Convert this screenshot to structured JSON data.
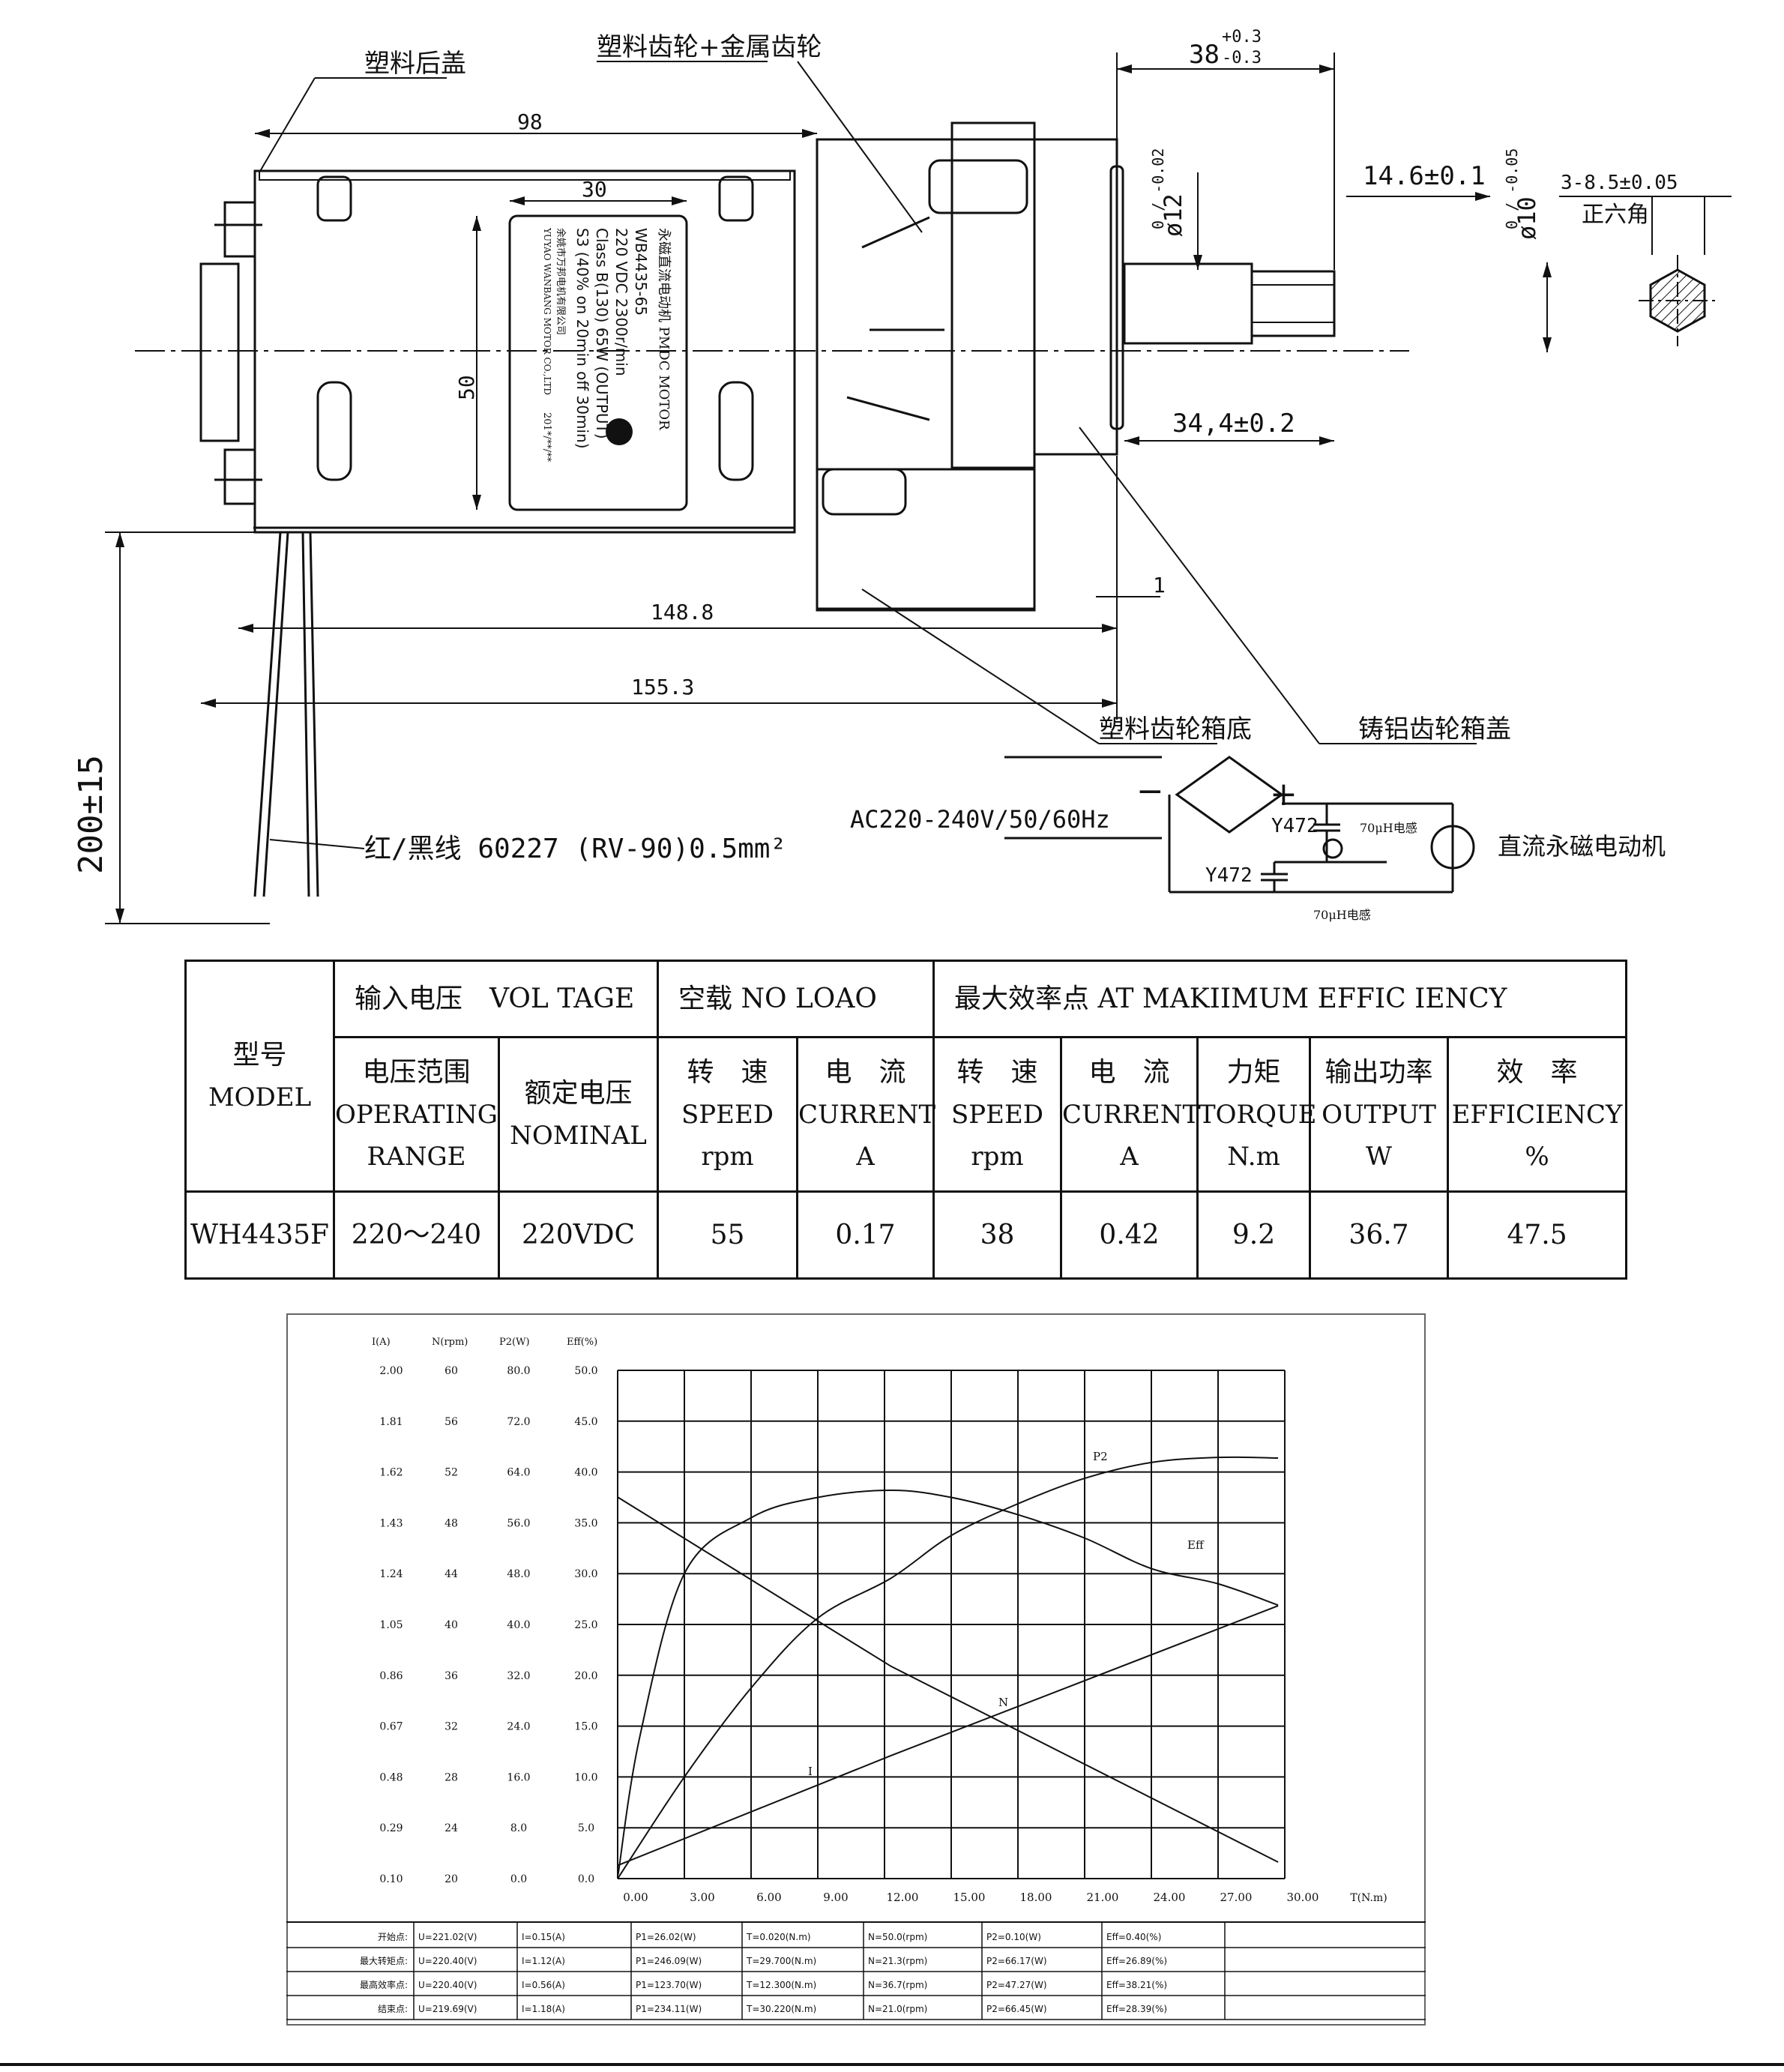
{
  "drawing": {
    "labels": {
      "rear_cover": "塑料后盖",
      "gears": "塑料齿轮+金属齿轮",
      "gearbox_base": "塑料齿轮箱底",
      "gearbox_cover": "铸铝齿轮箱盖",
      "wire": "红/黑线 60227 (RV-90)0.5mm²",
      "hex_note": "3-8.5±0.05",
      "hex_label": "正六角",
      "dc_motor": "直流永磁电动机"
    },
    "dimensions": {
      "d38": "38",
      "d38_tol_plus": "+0.3",
      "d38_tol_minus": "-0.3",
      "d98": "98",
      "d30": "30",
      "d50": "50",
      "d148": "148.8",
      "d155": "155.3",
      "d200": "200±15",
      "d1": "1",
      "d146": "14.6±0.1",
      "d344": "34,4±0.2",
      "phi12": "ø12",
      "phi12_tol": "0 / -0.02",
      "phi10": "ø10",
      "phi10_tol": "0 / -0.05"
    },
    "nameplate": {
      "title": "永磁直流电动机 PMDC MOTOR",
      "model": "WB4435-65",
      "rating": "220 VDC  2300r/min",
      "insulation": "Class B(130)  65W (OUTPUT)",
      "duty": "S3 (40% on 20min off 30min)",
      "company_cn": "余姚市万邦电机有限公司",
      "company_en": "YUYAO WANBANG MOTOR CO.,LTD",
      "date": "201*/**/**"
    },
    "circuit": {
      "supply": "AC220-240V/50/60Hz",
      "cap1": "Y472",
      "cap2": "Y472",
      "ind1": "70μH电感",
      "ind2": "70μH电感",
      "minus": "−",
      "plus": "+"
    }
  },
  "spec_table": {
    "model_header_cn": "型号",
    "model_header_en": "MODEL",
    "input_voltage": "输入电压　VOL TAGE",
    "no_load": "空载 NO LOAO",
    "max_eff": "最大效率点 AT MAKIIMUM EFFIC IENCY",
    "range_cn": "电压范围",
    "range_en1": "OPERATING",
    "range_en2": "RANGE",
    "nominal_cn": "额定电压",
    "nominal_en": "NOMINAL",
    "speed_cn": "转　速",
    "speed_en": "SPEED",
    "speed_unit": "rpm",
    "current_cn": "电　流",
    "current_en": "CURRENT",
    "current_unit": "A",
    "torque_cn": "力矩",
    "torque_en": "TORQUE",
    "torque_unit": "N.m",
    "output_cn": "输出功率",
    "output_en": "OUTPUT",
    "output_unit": "W",
    "eff_cn": "效　率",
    "eff_en": "EFFICIENCY",
    "eff_unit": "%",
    "row": {
      "model": "WH4435F",
      "range": "220～240",
      "nominal": "220VDC",
      "nl_speed": "55",
      "nl_current": "0.17",
      "me_speed": "38",
      "me_current": "0.42",
      "me_torque": "9.2",
      "me_output": "36.7",
      "me_eff": "47.5"
    }
  },
  "chart_data": {
    "type": "line",
    "xlabel": "T(N.m)",
    "x_ticks": [
      "0.00",
      "3.00",
      "6.00",
      "9.00",
      "12.00",
      "15.00",
      "18.00",
      "21.00",
      "24.00",
      "27.00",
      "30.00"
    ],
    "xlim": [
      0,
      30
    ],
    "y_axes": [
      {
        "header": "I(A)",
        "ticks": [
          "0.10",
          "0.29",
          "0.48",
          "0.67",
          "0.86",
          "1.05",
          "1.24",
          "1.43",
          "1.62",
          "1.81",
          "2.00"
        ]
      },
      {
        "header": "N(rpm)",
        "ticks": [
          "20",
          "24",
          "28",
          "32",
          "36",
          "40",
          "44",
          "48",
          "52",
          "56",
          "60"
        ]
      },
      {
        "header": "P2(W)",
        "ticks": [
          "0.0",
          "8.0",
          "16.0",
          "24.0",
          "32.0",
          "40.0",
          "48.0",
          "56.0",
          "64.0",
          "72.0",
          "80.0"
        ]
      },
      {
        "header": "Eff(%)",
        "ticks": [
          "0.0",
          "5.0",
          "10.0",
          "15.0",
          "20.0",
          "25.0",
          "30.0",
          "35.0",
          "40.0",
          "45.0",
          "50.0"
        ]
      }
    ],
    "series": [
      {
        "name": "I",
        "unit": "A",
        "ylim": [
          0.1,
          2.0
        ],
        "x": [
          0.02,
          12.3,
          29.7
        ],
        "y": [
          0.15,
          0.56,
          1.12
        ]
      },
      {
        "name": "N",
        "unit": "rpm",
        "ylim": [
          20,
          60
        ],
        "x": [
          0.02,
          12.3,
          29.7
        ],
        "y": [
          50.0,
          36.7,
          21.3
        ]
      },
      {
        "name": "P2",
        "unit": "W",
        "ylim": [
          0,
          80
        ],
        "x": [
          0.02,
          3,
          6,
          9,
          12.3,
          15,
          18,
          21,
          24,
          27,
          29.7
        ],
        "y": [
          0.1,
          16,
          30,
          41,
          47.3,
          54,
          59,
          63,
          65.5,
          66.3,
          66.2
        ]
      },
      {
        "name": "Eff",
        "unit": "%",
        "ylim": [
          0,
          50
        ],
        "x": [
          0.02,
          1,
          3,
          6,
          9,
          12.3,
          15,
          18,
          21,
          24,
          27,
          29.7
        ],
        "y": [
          0.4,
          14,
          30,
          35.5,
          37.5,
          38.2,
          37.5,
          35.8,
          33.5,
          30.5,
          29,
          26.9
        ]
      }
    ],
    "grid": true
  },
  "results_table": {
    "rows": [
      [
        "开始点:",
        "U=221.02(V)",
        "I=0.15(A)",
        "P1=26.02(W)",
        "T=0.020(N.m)",
        "N=50.0(rpm)",
        "P2=0.10(W)",
        "Eff=0.40(%)"
      ],
      [
        "最大转矩点:",
        "U=220.40(V)",
        "I=1.12(A)",
        "P1=246.09(W)",
        "T=29.700(N.m)",
        "N=21.3(rpm)",
        "P2=66.17(W)",
        "Eff=26.89(%)"
      ],
      [
        "最高效率点:",
        "U=220.40(V)",
        "I=0.56(A)",
        "P1=123.70(W)",
        "T=12.300(N.m)",
        "N=36.7(rpm)",
        "P2=47.27(W)",
        "Eff=38.21(%)"
      ],
      [
        "结束点:",
        "U=219.69(V)",
        "I=1.18(A)",
        "P1=234.11(W)",
        "T=30.220(N.m)",
        "N=21.0(rpm)",
        "P2=66.45(W)",
        "Eff=28.39(%)"
      ]
    ]
  }
}
